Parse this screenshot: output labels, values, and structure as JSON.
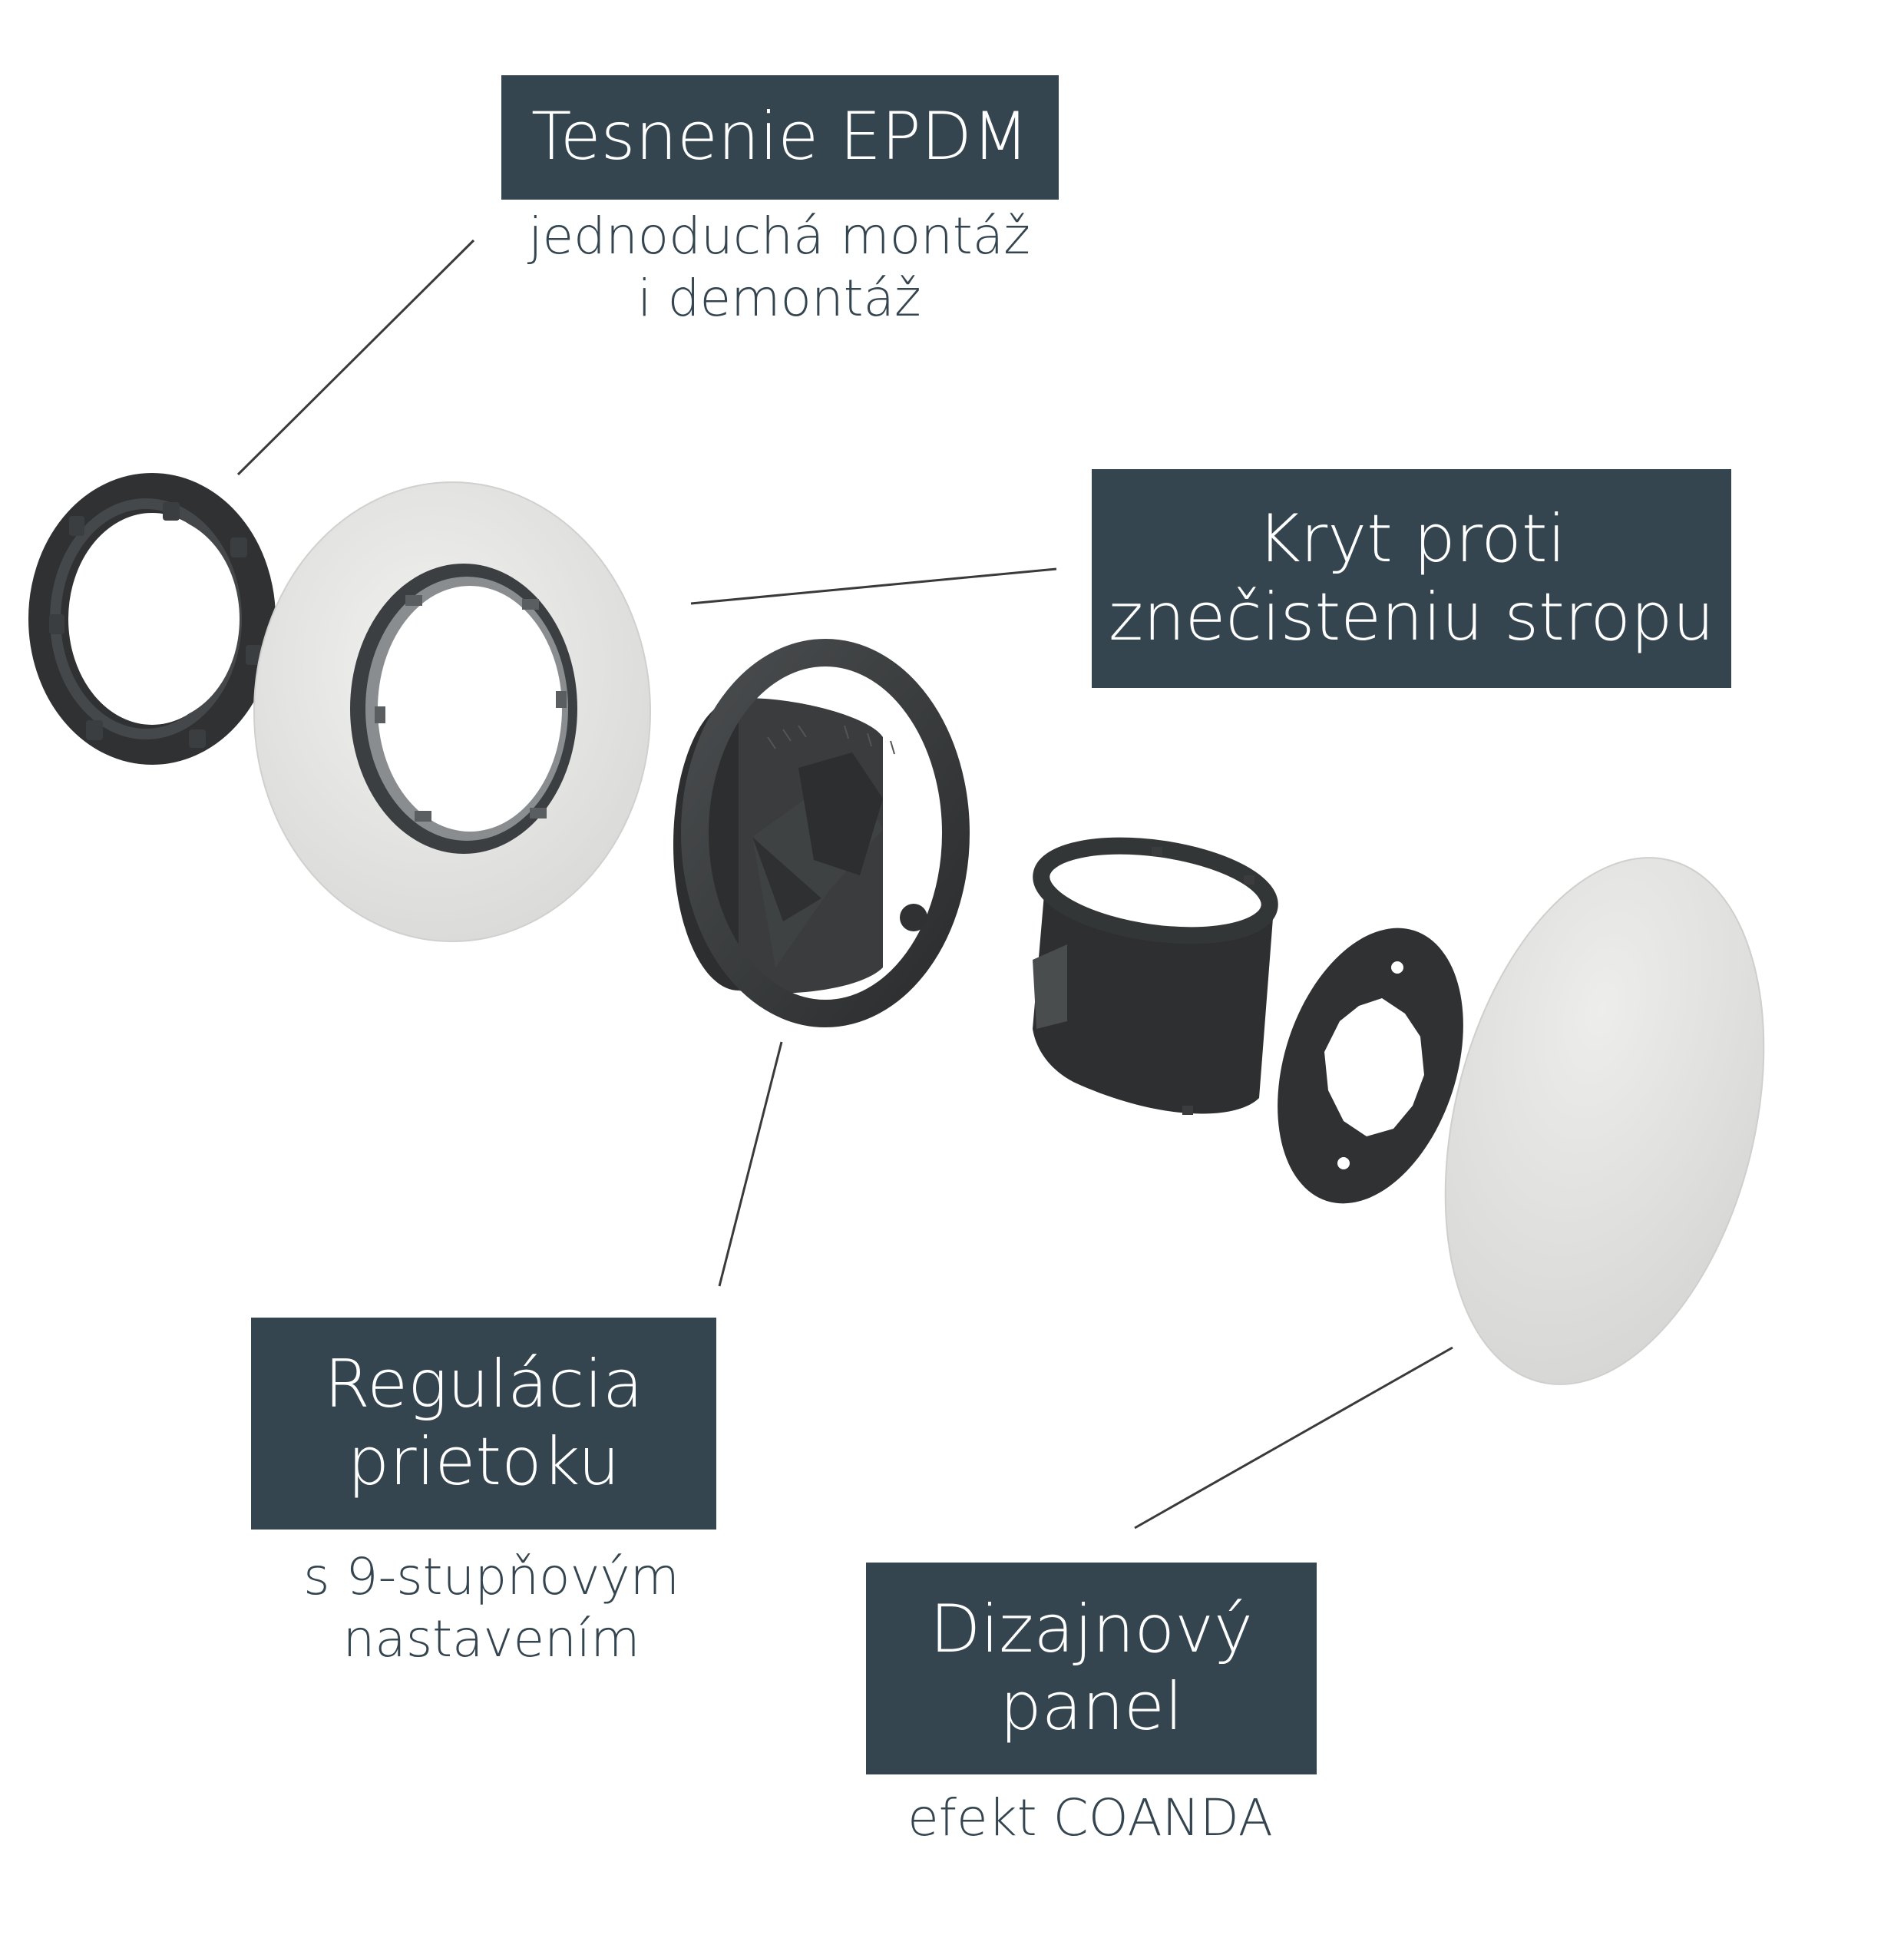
{
  "labels": {
    "epdm": {
      "title": "Tesnenie EPDM",
      "caption": [
        "jednoduchá montáž",
        "i demontáž"
      ]
    },
    "cover": {
      "title": [
        "Kryt proti",
        "znečisteniu stropu"
      ]
    },
    "flow": {
      "title": [
        "Regulácia",
        "prietoku"
      ],
      "caption": [
        "s 9-stupňovým",
        "nastavením"
      ]
    },
    "panel": {
      "title": [
        "Dizajnový",
        "panel"
      ],
      "caption": [
        "efekt COANDA"
      ]
    }
  },
  "colors": {
    "label_box": "#344550",
    "label_text": "#ffffff",
    "caption_text": "#344550",
    "part_dark": "#353839",
    "part_light": "#eaeaea",
    "leader_line": "#3a3a3a"
  }
}
